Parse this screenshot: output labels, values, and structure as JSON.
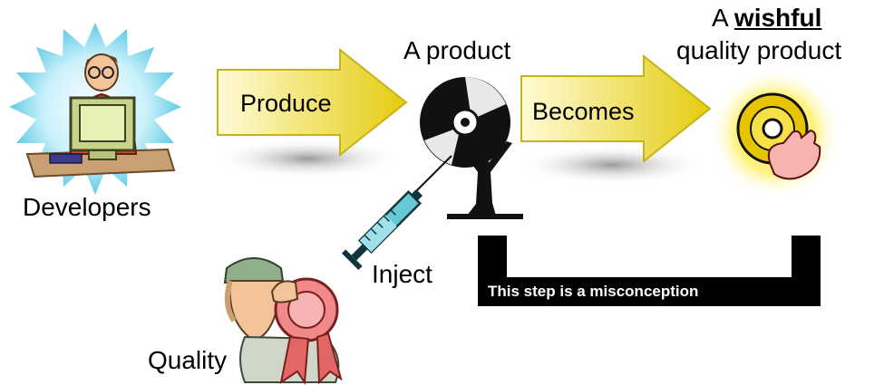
{
  "labels": {
    "developers": "Developers",
    "produce": "Produce",
    "product": "A product",
    "becomes": "Becomes",
    "wishful_prefix": "A ",
    "wishful_word": "wishful",
    "wishful_line2": "quality product",
    "inject": "Inject",
    "quality": "Quality",
    "misconception": "This step is a misconception"
  },
  "colors": {
    "arrow_light": "#fffbd0",
    "arrow_dark": "#e3cc12",
    "shadow": "#b9b9b9",
    "burst": "#7fd6ea",
    "bracket": "#000000"
  },
  "icons": [
    "developer-at-computer-icon",
    "cd-disc-icon",
    "syringe-icon",
    "statue-holding-disc-icon",
    "glowing-cd-in-hand-icon",
    "worker-with-award-ribbon-icon"
  ]
}
